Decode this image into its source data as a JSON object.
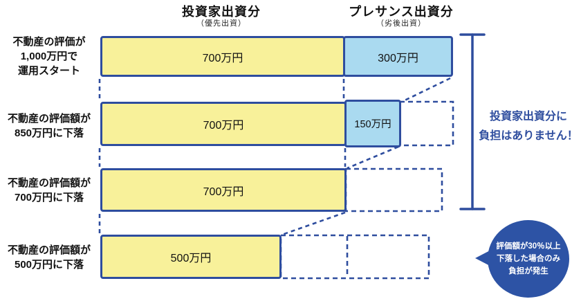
{
  "columns": {
    "investor": {
      "label": "投資家出資分",
      "sublabel": "（優先出資）"
    },
    "presance": {
      "label": "プレサンス出資分",
      "sublabel": "（劣後出資）"
    }
  },
  "rows": [
    {
      "scenario_lines": [
        "不動産の評価が",
        "1,000万円で",
        "運用スタート"
      ],
      "property_value": "1,000万円",
      "investor_amount": "700万円",
      "presance_amount": "300万円"
    },
    {
      "scenario_lines": [
        "不動産の評価額が",
        "850万円に下落"
      ],
      "property_value": "850万円",
      "investor_amount": "700万円",
      "presance_amount": "150万円"
    },
    {
      "scenario_lines": [
        "不動産の評価額が",
        "700万円に下落"
      ],
      "property_value": "700万円",
      "investor_amount": "700万円",
      "presance_amount": ""
    },
    {
      "scenario_lines": [
        "不動産の評価額が",
        "500万円に下落"
      ],
      "property_value": "500万円",
      "investor_amount": "500万円",
      "presance_amount": ""
    }
  ],
  "notes": {
    "bracket_lines": [
      "投資家出資分に",
      "負担はありません！"
    ],
    "bubble_lines": [
      "評価額が30％以上",
      "下落した場合のみ",
      "負担が発生"
    ]
  },
  "colors": {
    "bar_yellow": "#F8F19A",
    "bar_light_blue": "#AADAF0",
    "line_blue": "#2E4D9E",
    "bubble_blue": "#2D53A5",
    "note_text_blue": "#2E4D9E"
  }
}
